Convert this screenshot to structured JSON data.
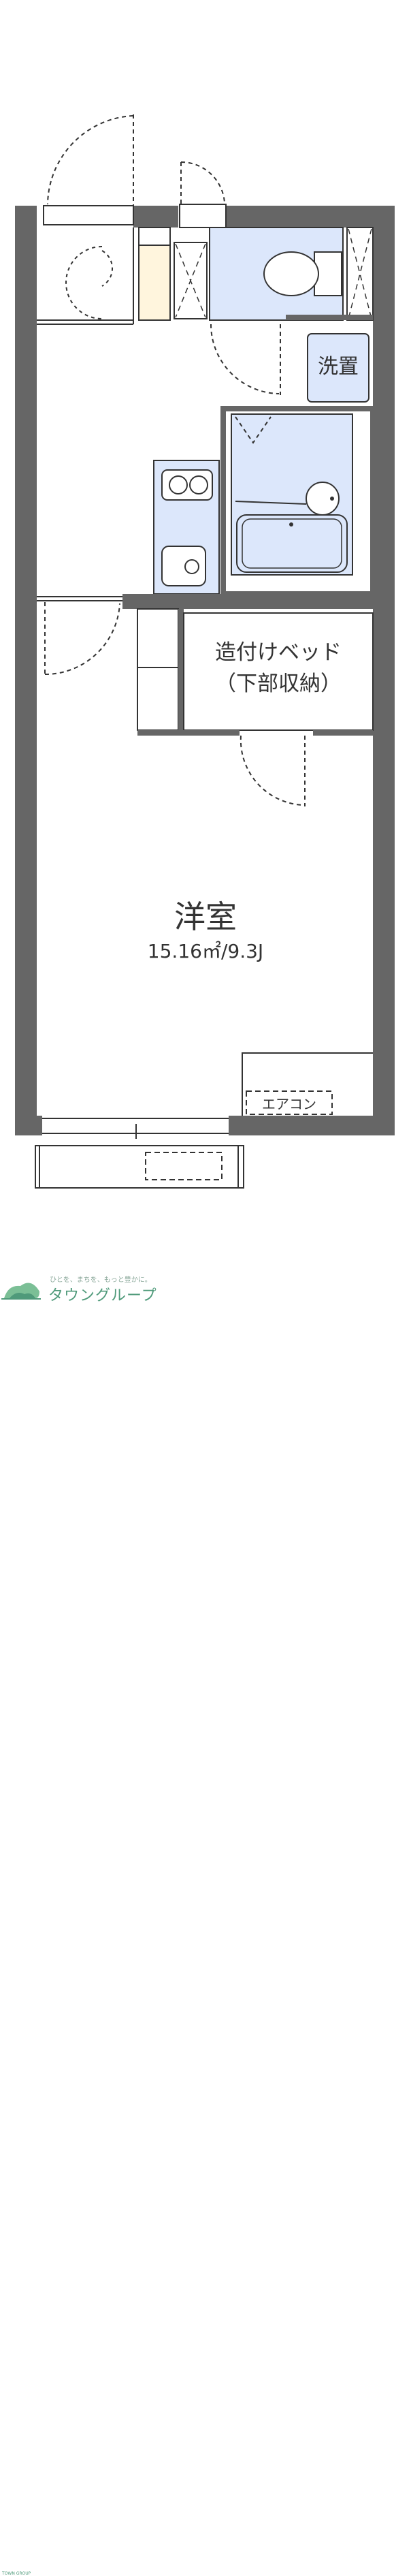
{
  "rooms": {
    "washer": "洗置",
    "bed_line1": "造付けベッド",
    "bed_line2": "（下部収納）",
    "main_room": "洋室",
    "main_area": "15.16㎡/9.3J",
    "aircon": "エアコン"
  },
  "logo": {
    "tagline": "ひとを、まちを、もっと豊かに。",
    "brand": "タウングループ",
    "sub": "TOWN GROUP"
  },
  "colors": {
    "wall": "#666666",
    "wet_area": "#dce7fb",
    "storage": "#fff5dd",
    "brand": "#4f9a7a"
  }
}
